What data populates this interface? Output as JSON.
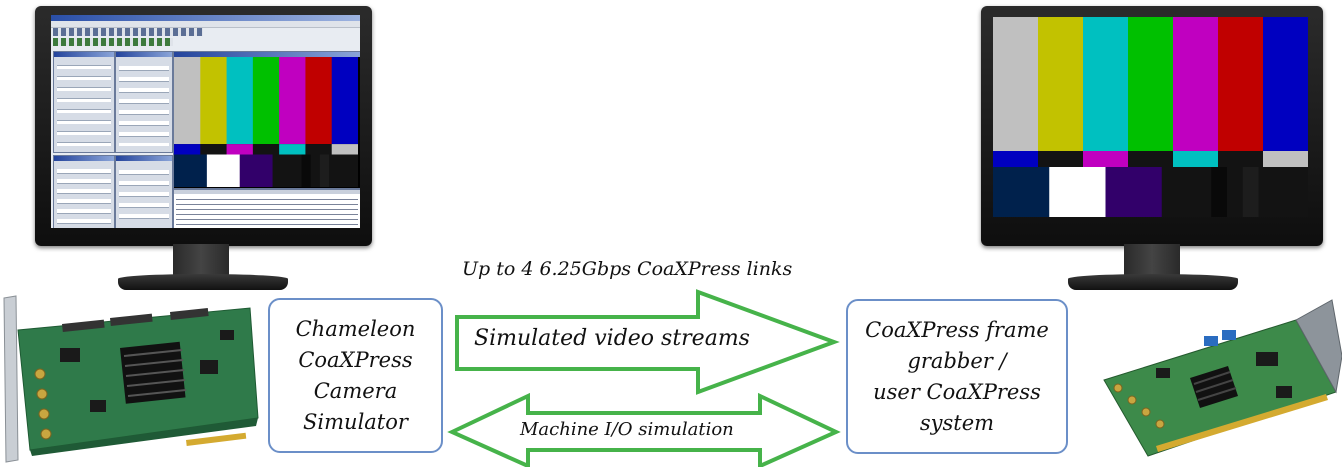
{
  "links_label": "Up to 4  6.25Gbps CoaXPress links",
  "forward_arrow_label": "Simulated video streams",
  "bidirectional_arrow_label": "Machine I/O simulation",
  "simulator_box": {
    "lines": [
      "Chameleon",
      "CoaXPress",
      "Camera",
      "Simulator"
    ]
  },
  "grabber_box": {
    "lines": [
      "CoaXPress frame",
      "grabber /",
      "user CoaXPress",
      "system"
    ]
  },
  "colors": {
    "arrow_stroke": "#46b34a",
    "box_border": "#6b8fc8",
    "bars": [
      "#c0c0c0",
      "#c2c200",
      "#00c0c0",
      "#00c000",
      "#c000c0",
      "#c00000",
      "#0000c0"
    ],
    "castellations": [
      "#0000c0",
      "#131313",
      "#c000c0",
      "#131313",
      "#00c0c0",
      "#131313",
      "#c0c0c0"
    ],
    "pluge": [
      "#00214c",
      "#ffffff",
      "#32006a",
      "#131313",
      "#090909",
      "#131313",
      "#1d1d1d",
      "#131313"
    ]
  }
}
